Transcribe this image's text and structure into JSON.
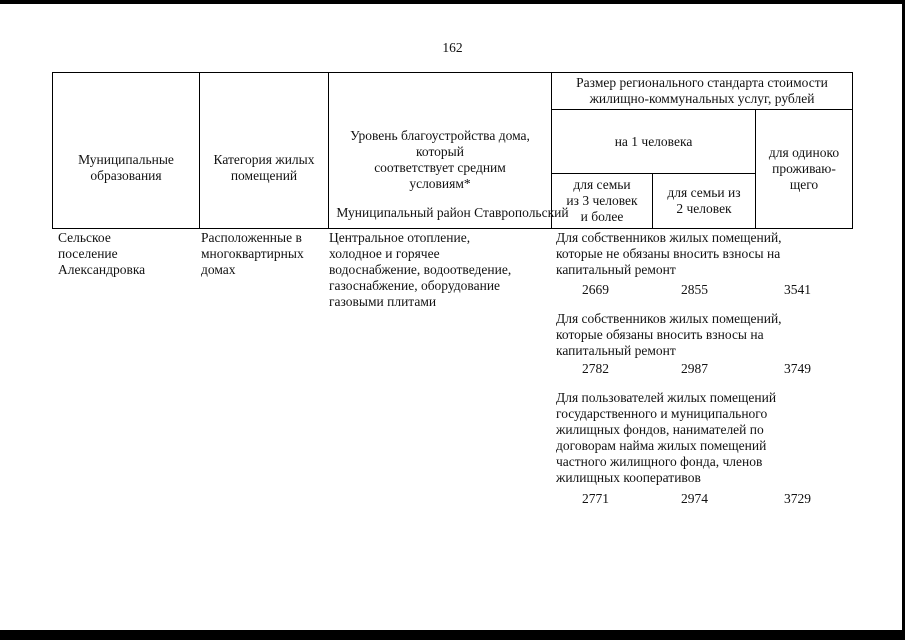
{
  "page_number": "162",
  "header": {
    "col_municipality": [
      "Муниципальные",
      "образования"
    ],
    "col_category": [
      "Категория жилых",
      "помещений"
    ],
    "col_level": [
      "Уровень благоустройства дома,",
      "который",
      "соответствует средним",
      "условиям*"
    ],
    "col_standard": [
      "Размер регионального стандарта стоимости",
      "жилищно-коммунальных услуг, рублей"
    ],
    "per_person": "на 1 человека",
    "family3": [
      "для семьи",
      "из 3 человек",
      "и более"
    ],
    "family2": [
      "для семьи из",
      "2 человек"
    ],
    "single": [
      "для одиноко",
      "проживаю-",
      "щего"
    ]
  },
  "section_title": "Муниципальный район Ставропольский",
  "row": {
    "municipality": [
      "Сельское",
      "поселение",
      "Александровка"
    ],
    "category": [
      "Расположенные в",
      "многоквартирных",
      "домах"
    ],
    "level": [
      "Центральное отопление,",
      "холодное и горячее",
      "водоснабжение, водоотведение,",
      "газоснабжение, оборудование",
      "газовыми плитами"
    ]
  },
  "groups": [
    {
      "text": [
        "Для собственников жилых помещений,",
        "которые не обязаны вносить взносы на",
        "капитальный ремонт"
      ],
      "values": [
        "2669",
        "2855",
        "3541"
      ]
    },
    {
      "text": [
        "Для собственников  жилых помещений,",
        "которые обязаны вносить взносы на",
        "капитальный ремонт"
      ],
      "values": [
        "2782",
        "2987",
        "3749"
      ]
    },
    {
      "text": [
        "Для пользователей жилых помещений",
        "государственного и муниципального",
        "жилищных фондов, нанимателей по",
        "договорам найма жилых помещений",
        "частного жилищного фонда, членов",
        "жилищных кооперативов"
      ],
      "values": [
        "2771",
        "2974",
        "3729"
      ]
    }
  ]
}
